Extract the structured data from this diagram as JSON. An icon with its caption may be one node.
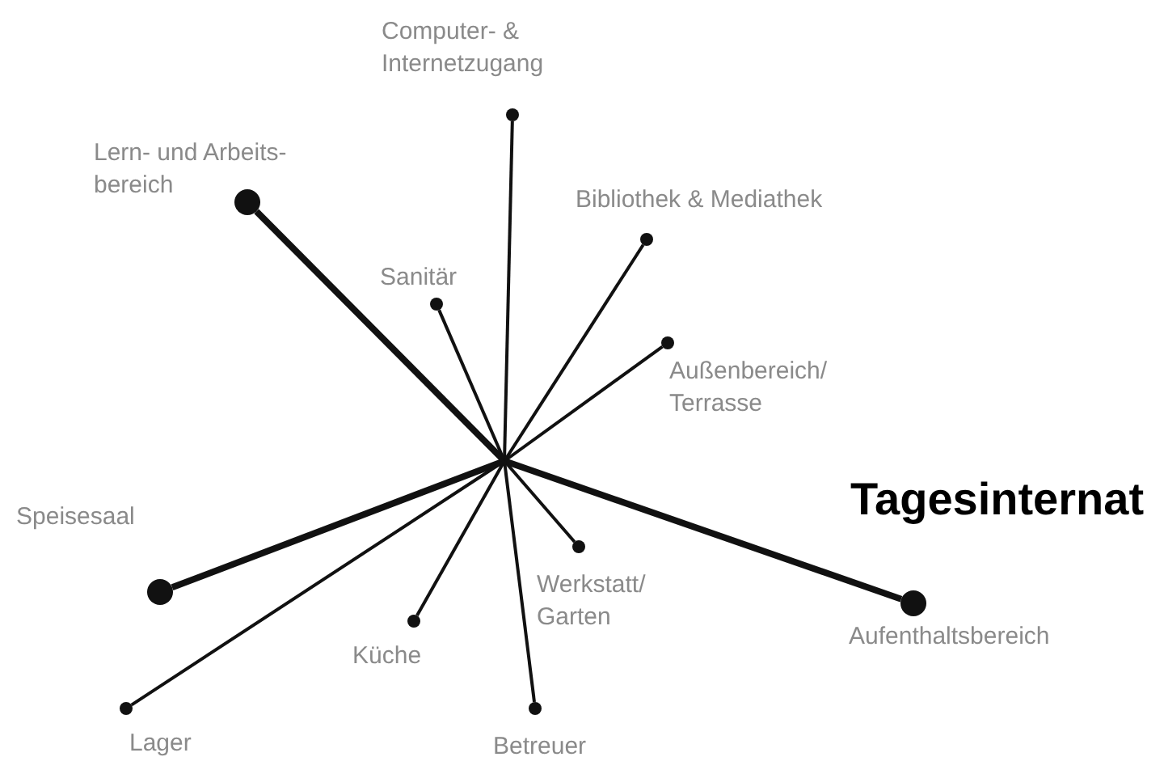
{
  "diagram": {
    "title": "Tagesinternat",
    "nodes": [
      {
        "text": [],
        "shape": "circle",
        "beside": [
          "Computer- & Internetzugang"
        ]
      },
      {
        "text": [],
        "shape": "circle",
        "beside": [
          "Lern- und Arbeits-bereich"
        ]
      },
      {
        "text": [],
        "shape": "circle",
        "beside": [
          "Bibliothek & Mediathek"
        ]
      },
      {
        "text": [],
        "shape": "circle",
        "beside": [
          "Sanitär"
        ]
      },
      {
        "text": [],
        "shape": "circle",
        "beside": [
          "Außenbereich/ Terrasse"
        ]
      },
      {
        "text": [],
        "shape": "circle",
        "beside": [
          "Speisesaal"
        ]
      },
      {
        "text": [],
        "shape": "circle",
        "beside": [
          "Aufenthaltsbereich"
        ]
      },
      {
        "text": [],
        "shape": "circle",
        "beside": [
          "Werkstatt/ Garten"
        ]
      },
      {
        "text": [],
        "shape": "circle",
        "beside": [
          "Küche"
        ]
      },
      {
        "text": [],
        "shape": "circle",
        "beside": [
          "Betreuer"
        ]
      },
      {
        "text": [],
        "shape": "circle",
        "beside": [
          "Lager"
        ]
      }
    ],
    "edges": [
      {
        "from": null,
        "to": 0,
        "arrow": "none"
      },
      {
        "from": null,
        "to": 1,
        "arrow": "none",
        "style": "thick"
      },
      {
        "from": null,
        "to": 2,
        "arrow": "none"
      },
      {
        "from": null,
        "to": 3,
        "arrow": "none"
      },
      {
        "from": null,
        "to": 4,
        "arrow": "none"
      },
      {
        "from": null,
        "to": 5,
        "arrow": "none",
        "style": "thick"
      },
      {
        "from": null,
        "to": 6,
        "arrow": "none",
        "style": "thick"
      },
      {
        "from": null,
        "to": 7,
        "arrow": "none"
      },
      {
        "from": null,
        "to": 8,
        "arrow": "none"
      },
      {
        "from": null,
        "to": 9,
        "arrow": "none"
      },
      {
        "from": null,
        "to": 10,
        "arrow": "none"
      }
    ]
  }
}
